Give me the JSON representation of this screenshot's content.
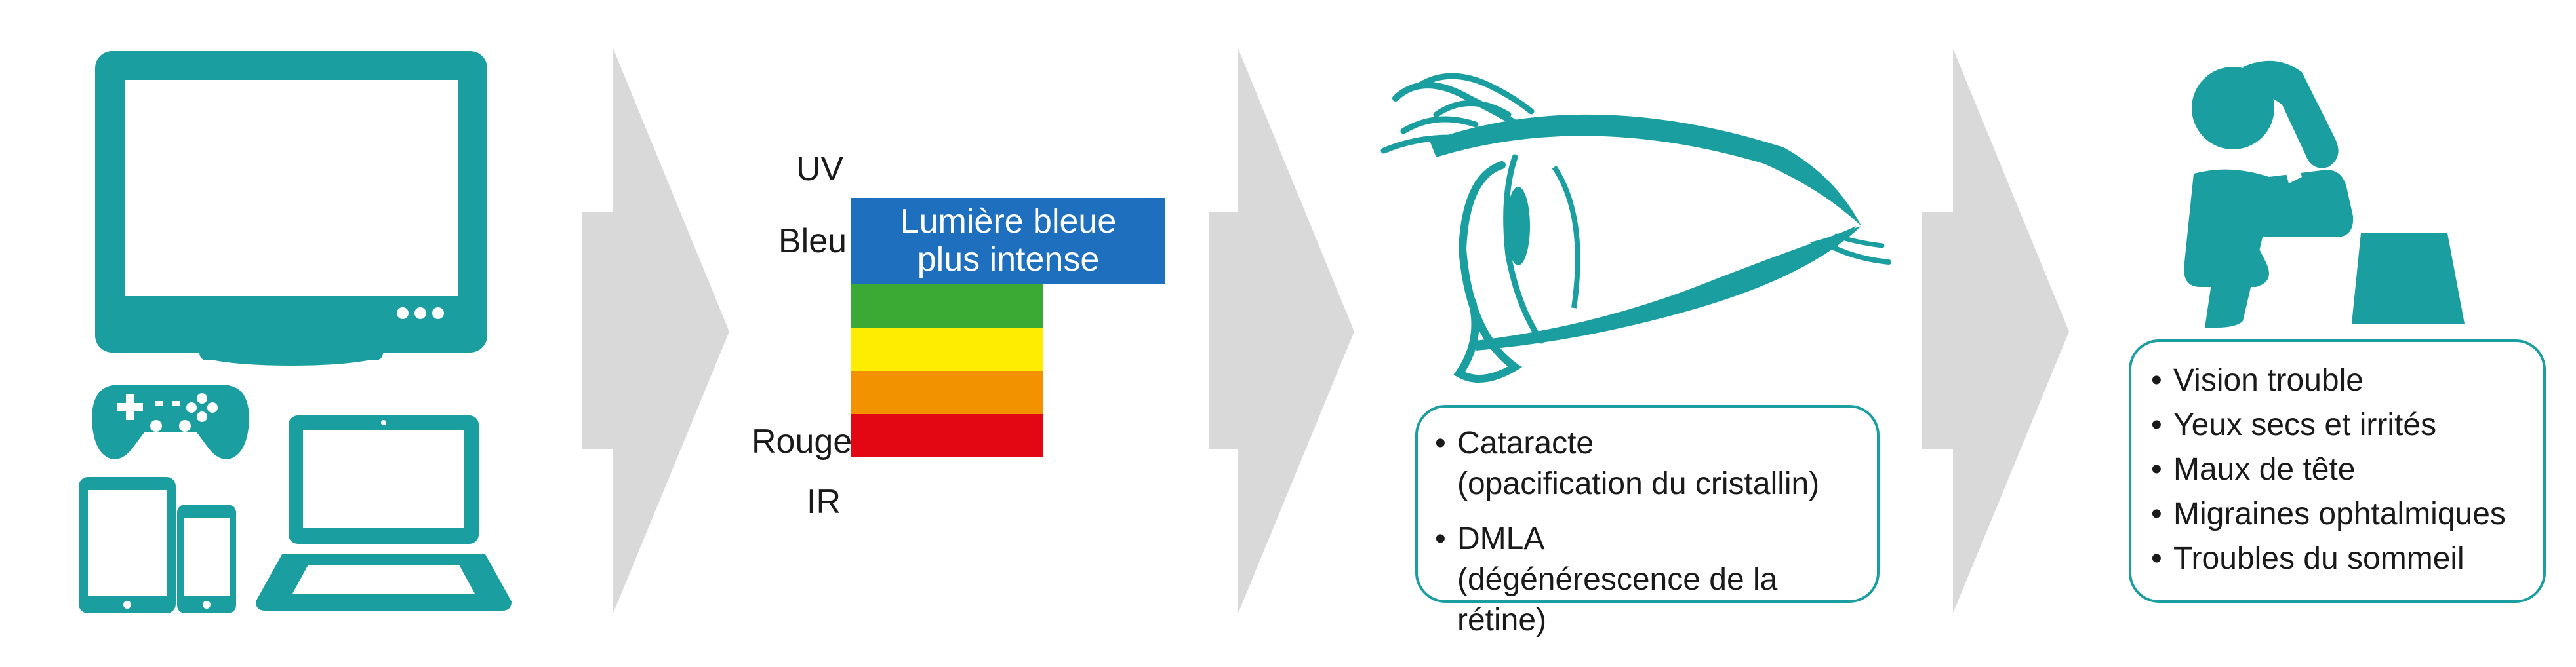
{
  "colors": {
    "teal": "#1a9e9f",
    "arrow_grey": "#d9d9d9",
    "blue": "#1e6fbd",
    "green": "#3aaa35",
    "yellow": "#ffed00",
    "orange": "#f39200",
    "red": "#e30613"
  },
  "spectrum": {
    "labels": {
      "uv": "UV",
      "bleu": "Bleu",
      "rouge": "Rouge",
      "ir": "IR"
    },
    "blue_band_line1": "Lumière bleue",
    "blue_band_line2": "plus intense"
  },
  "eye_box": {
    "items": [
      {
        "title": "Cataracte",
        "detail": "(opacification du cristallin)"
      },
      {
        "title": "DMLA",
        "detail": "(dégénérescence de la rétine)"
      }
    ]
  },
  "symptoms_box": {
    "items": [
      "Vision trouble",
      "Yeux secs et irrités",
      "Maux de tête",
      "Migraines ophtalmiques",
      "Troubles du sommeil"
    ]
  },
  "bullet": "•",
  "icons": [
    "monitor-icon",
    "gamepad-icon",
    "tablet-icon",
    "smartphone-icon",
    "laptop-icon",
    "eye-icon",
    "sitting-person-icon"
  ]
}
